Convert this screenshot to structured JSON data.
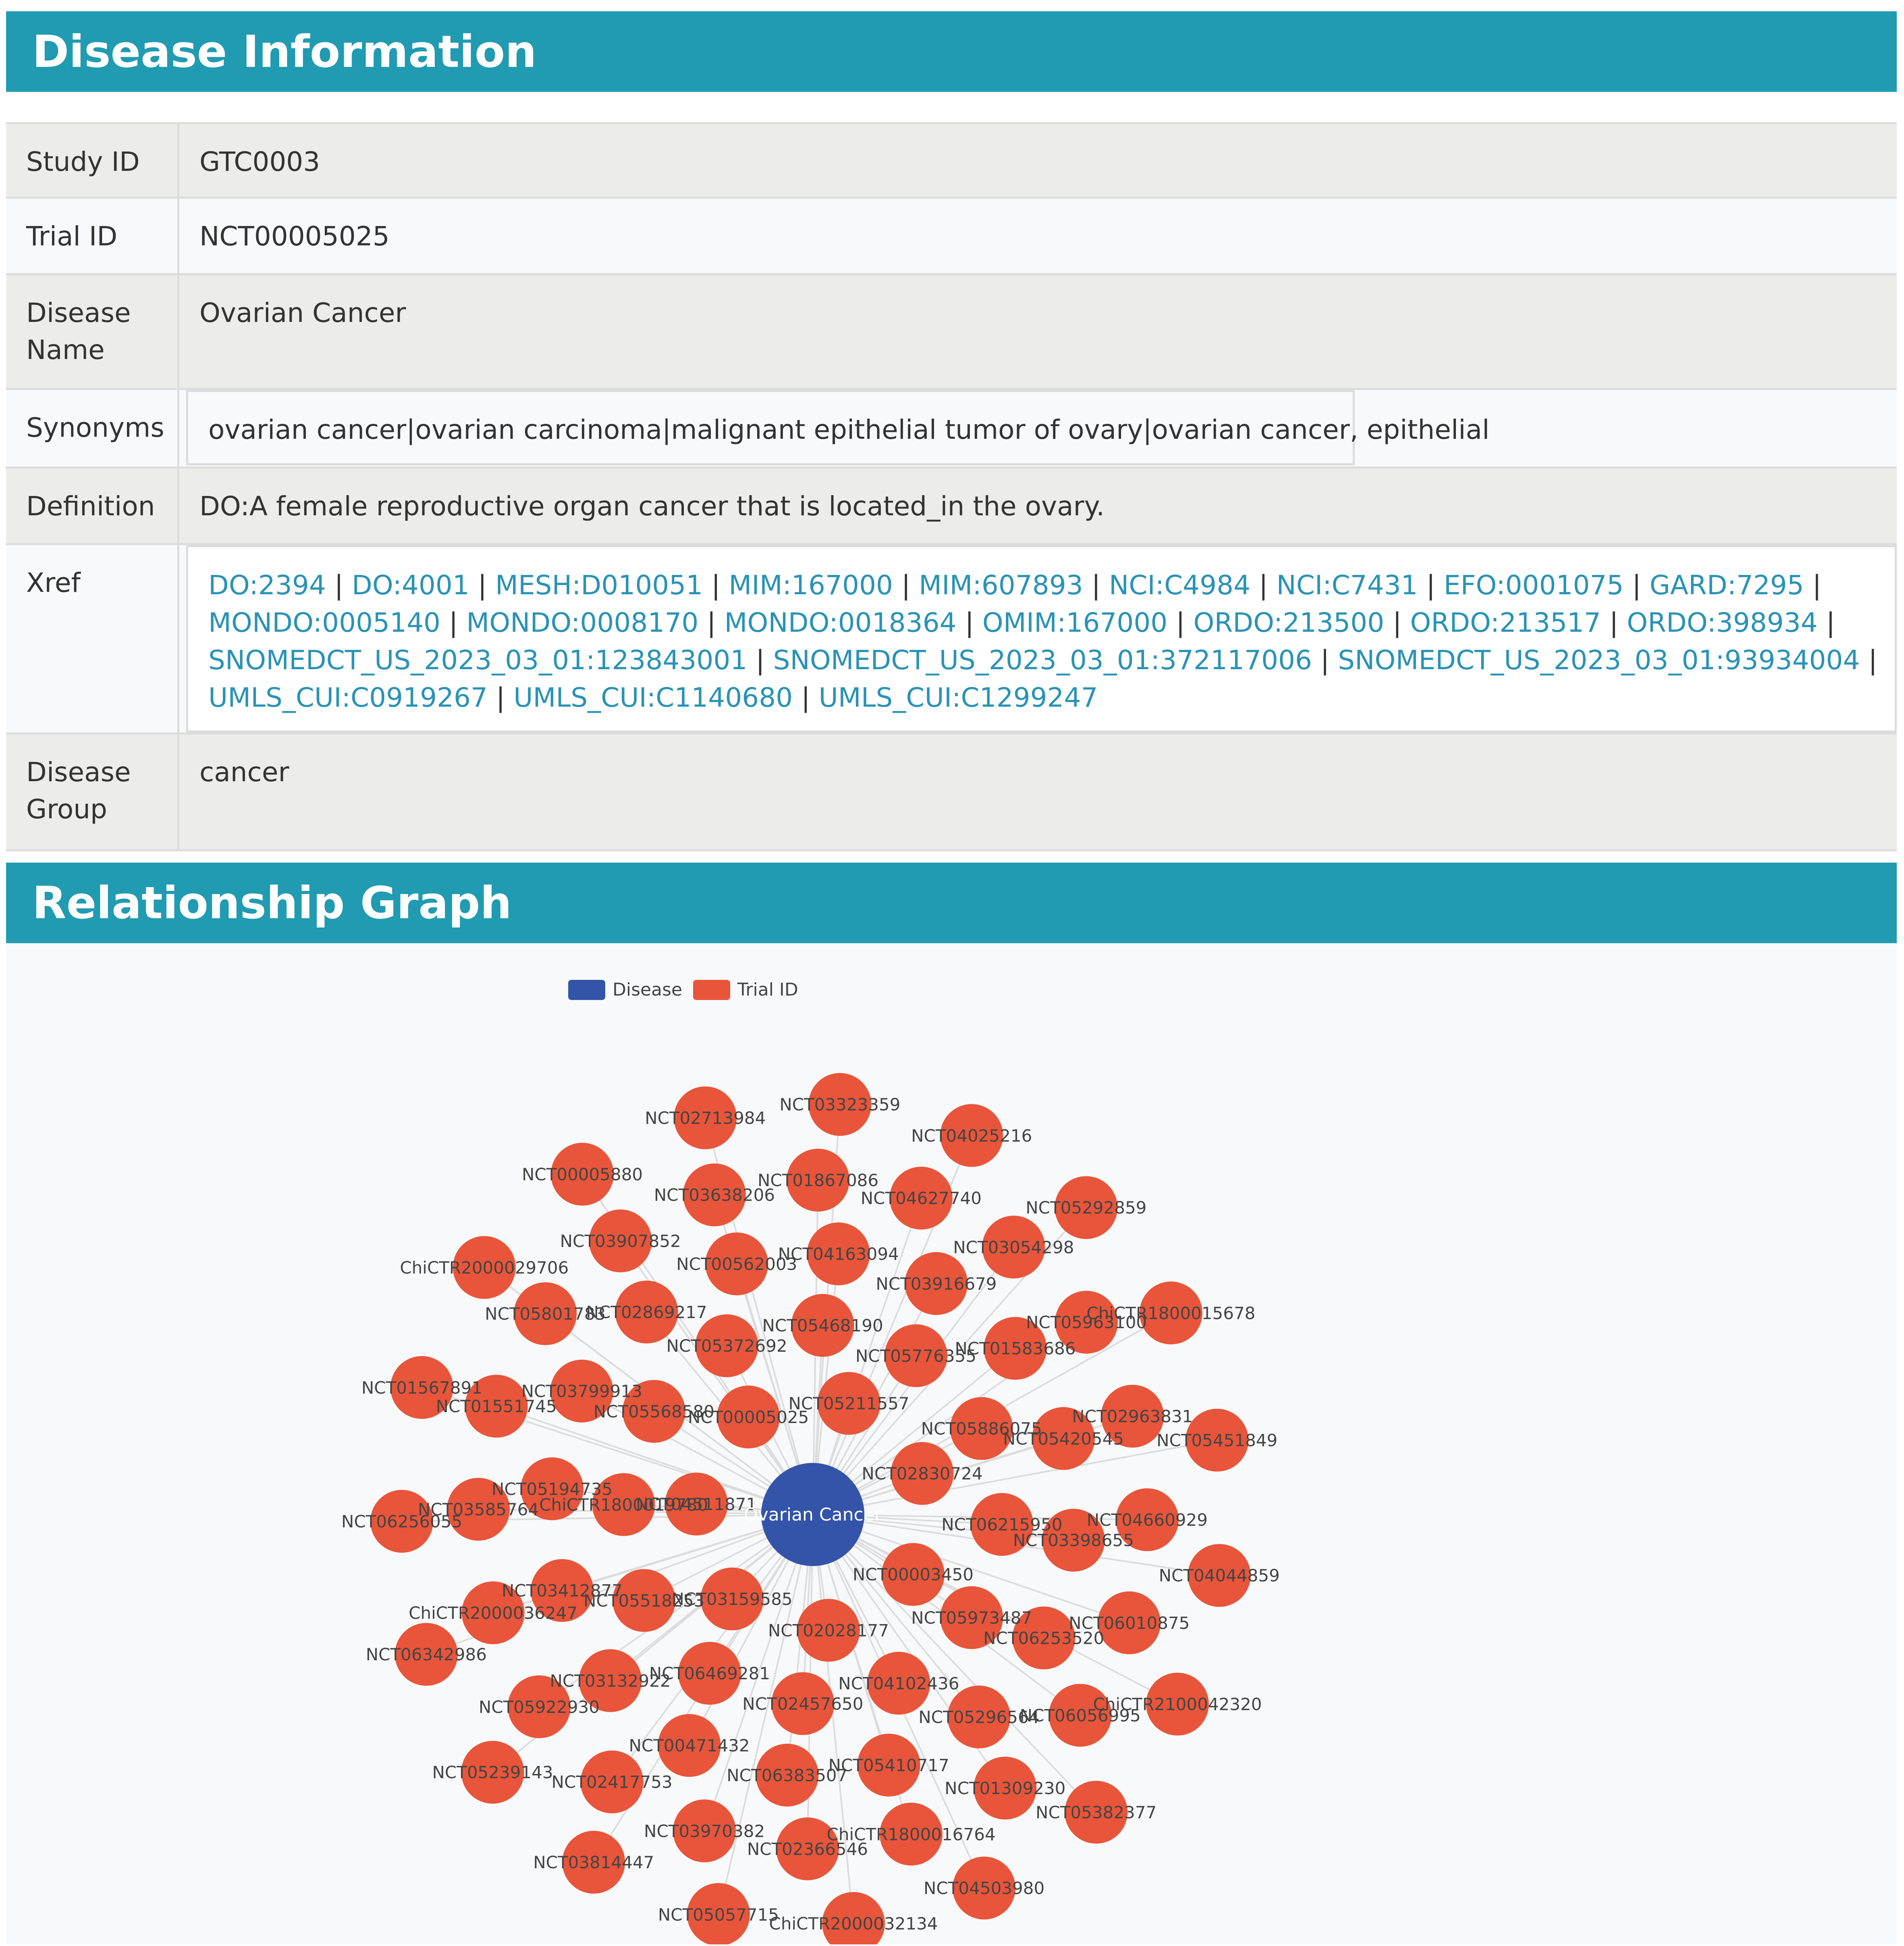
{
  "section_disease_info": "Disease Information",
  "section_graph": "Relationship Graph",
  "fields": {
    "study_id": {
      "label": "Study ID",
      "value": "GTC0003"
    },
    "trial_id": {
      "label": "Trial ID",
      "value": "NCT00005025"
    },
    "disease_name": {
      "label": "Disease Name",
      "value": "Ovarian Cancer"
    },
    "synonyms": {
      "label": "Synonyms",
      "value": "ovarian cancer|ovarian carcinoma|malignant epithelial tumor of ovary|ovarian cancer, epithelial"
    },
    "definition": {
      "label": "Definition",
      "value": "DO:A female reproductive organ cancer that is located_in the ovary."
    },
    "xref": {
      "label": "Xref",
      "links": [
        "DO:2394",
        "DO:4001",
        "MESH:D010051",
        "MIM:167000",
        "MIM:607893",
        "NCI:C4984",
        "NCI:C7431",
        "EFO:0001075",
        "GARD:7295",
        "MONDO:0005140",
        "MONDO:0008170",
        "MONDO:0018364",
        "OMIM:167000",
        "ORDO:213500",
        "ORDO:213517",
        "ORDO:398934",
        "SNOMEDCT_US_2023_03_01:123843001",
        "SNOMEDCT_US_2023_03_01:372117006",
        "SNOMEDCT_US_2023_03_01:93934004",
        "UMLS_CUI:C0919267",
        "UMLS_CUI:C1140680",
        "UMLS_CUI:C1299247"
      ]
    },
    "disease_group": {
      "label": "Disease Group",
      "value": "cancer"
    }
  },
  "graph": {
    "legend": [
      {
        "name": "Disease",
        "color": "#3354a8"
      },
      {
        "name": "Trial ID",
        "color": "#e8553a"
      }
    ],
    "center": {
      "label": "Ovarian Cancer",
      "color": "#3354a8"
    },
    "node_color": "#e8553a",
    "trials": [
      "NCT05211557",
      "NCT02830724",
      "NCT00003450",
      "NCT02028177",
      "NCT03159585",
      "NCT04511871",
      "NCT00005025",
      "NCT05468190",
      "NCT05776355",
      "NCT05886075",
      "NCT06215950",
      "NCT05973487",
      "NCT04102436",
      "NCT02457650",
      "NCT06469281",
      "NCT05518253",
      "ChiCTR1800019780",
      "NCT05568580",
      "NCT05372692",
      "NCT04163094",
      "NCT03916679",
      "NCT01583686",
      "NCT05420545",
      "NCT03398655",
      "NCT06253520",
      "NCT05296564",
      "NCT05410717",
      "NCT06383507",
      "NCT00471432",
      "NCT03132922",
      "NCT03412877",
      "NCT05194735",
      "NCT03799913",
      "NCT02869217",
      "NCT00562003",
      "NCT01867086",
      "NCT04627740",
      "NCT03054298",
      "NCT05963100",
      "NCT02963831",
      "NCT04660929",
      "NCT06010875",
      "NCT06056995",
      "NCT01309230",
      "ChiCTR1800016764",
      "NCT02366546",
      "NCT03970382",
      "NCT02417753",
      "NCT05922930",
      "ChiCTR2000036247",
      "NCT03585764",
      "NCT01551745",
      "NCT05801783",
      "NCT03907852",
      "NCT03638206",
      "NCT03323359",
      "NCT04025216",
      "NCT05292859",
      "ChiCTR1800015678",
      "NCT05451849",
      "NCT04044859",
      "ChiCTR2100042320",
      "NCT05382377",
      "NCT04503980",
      "ChiCTR2000032134",
      "NCT05057715",
      "NCT03814447",
      "NCT05239143",
      "NCT06342986",
      "NCT06256055",
      "NCT01567891",
      "ChiCTR2000029706",
      "NCT00005880",
      "NCT02713984"
    ]
  }
}
